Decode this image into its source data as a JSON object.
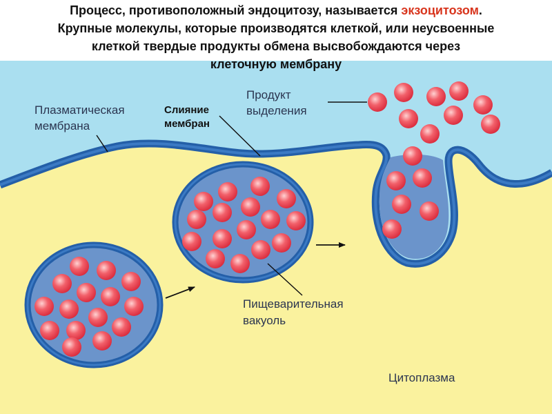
{
  "title": {
    "line1_prefix": "Процесс, противоположный эндоцитозу, называется ",
    "line1_highlight": "экзоцитозом",
    "line1_suffix": ".",
    "line2": "Крупные молекулы, которые производятся клеткой, или неусвоенные",
    "line3": "клеткой твердые продукты обмена высвобождаются через",
    "line4": "клеточную мембрану",
    "highlight_color": "#d8351d"
  },
  "labels": {
    "plasma_membrane_1": "Плазматическая",
    "plasma_membrane_2": "мембрана",
    "fusion_1": "Слияние",
    "fusion_2": "мембран",
    "product_1": "Продукт",
    "product_2": "выделения",
    "vacuole_1": "Пищеварительная",
    "vacuole_2": "вакуоль",
    "cytoplasm": "Цитоплазма"
  },
  "colors": {
    "extracellular": "#aadff0",
    "cytoplasm": "#faf29e",
    "membrane": "#245fa8",
    "membrane_fill": "#6b94cb",
    "particle": "#e8404e",
    "particle_highlight": "#ffd2d2"
  }
}
